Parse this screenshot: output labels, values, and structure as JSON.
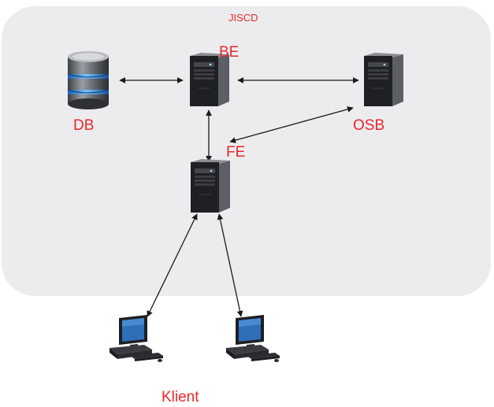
{
  "zone": {
    "title": "JISCD"
  },
  "nodes": {
    "db": {
      "label": "DB",
      "icon": "database-icon"
    },
    "be": {
      "label": "BE",
      "icon": "server-tower-icon"
    },
    "osb": {
      "label": "OSB",
      "icon": "server-tower-icon"
    },
    "fe": {
      "label": "FE",
      "icon": "server-tower-icon"
    },
    "clients": {
      "label": "Klient",
      "icon": "desktop-computer-icon"
    }
  },
  "colors": {
    "label": "#e8272b",
    "zone_background": "#ececee",
    "arrow": "#1a1a1a"
  }
}
